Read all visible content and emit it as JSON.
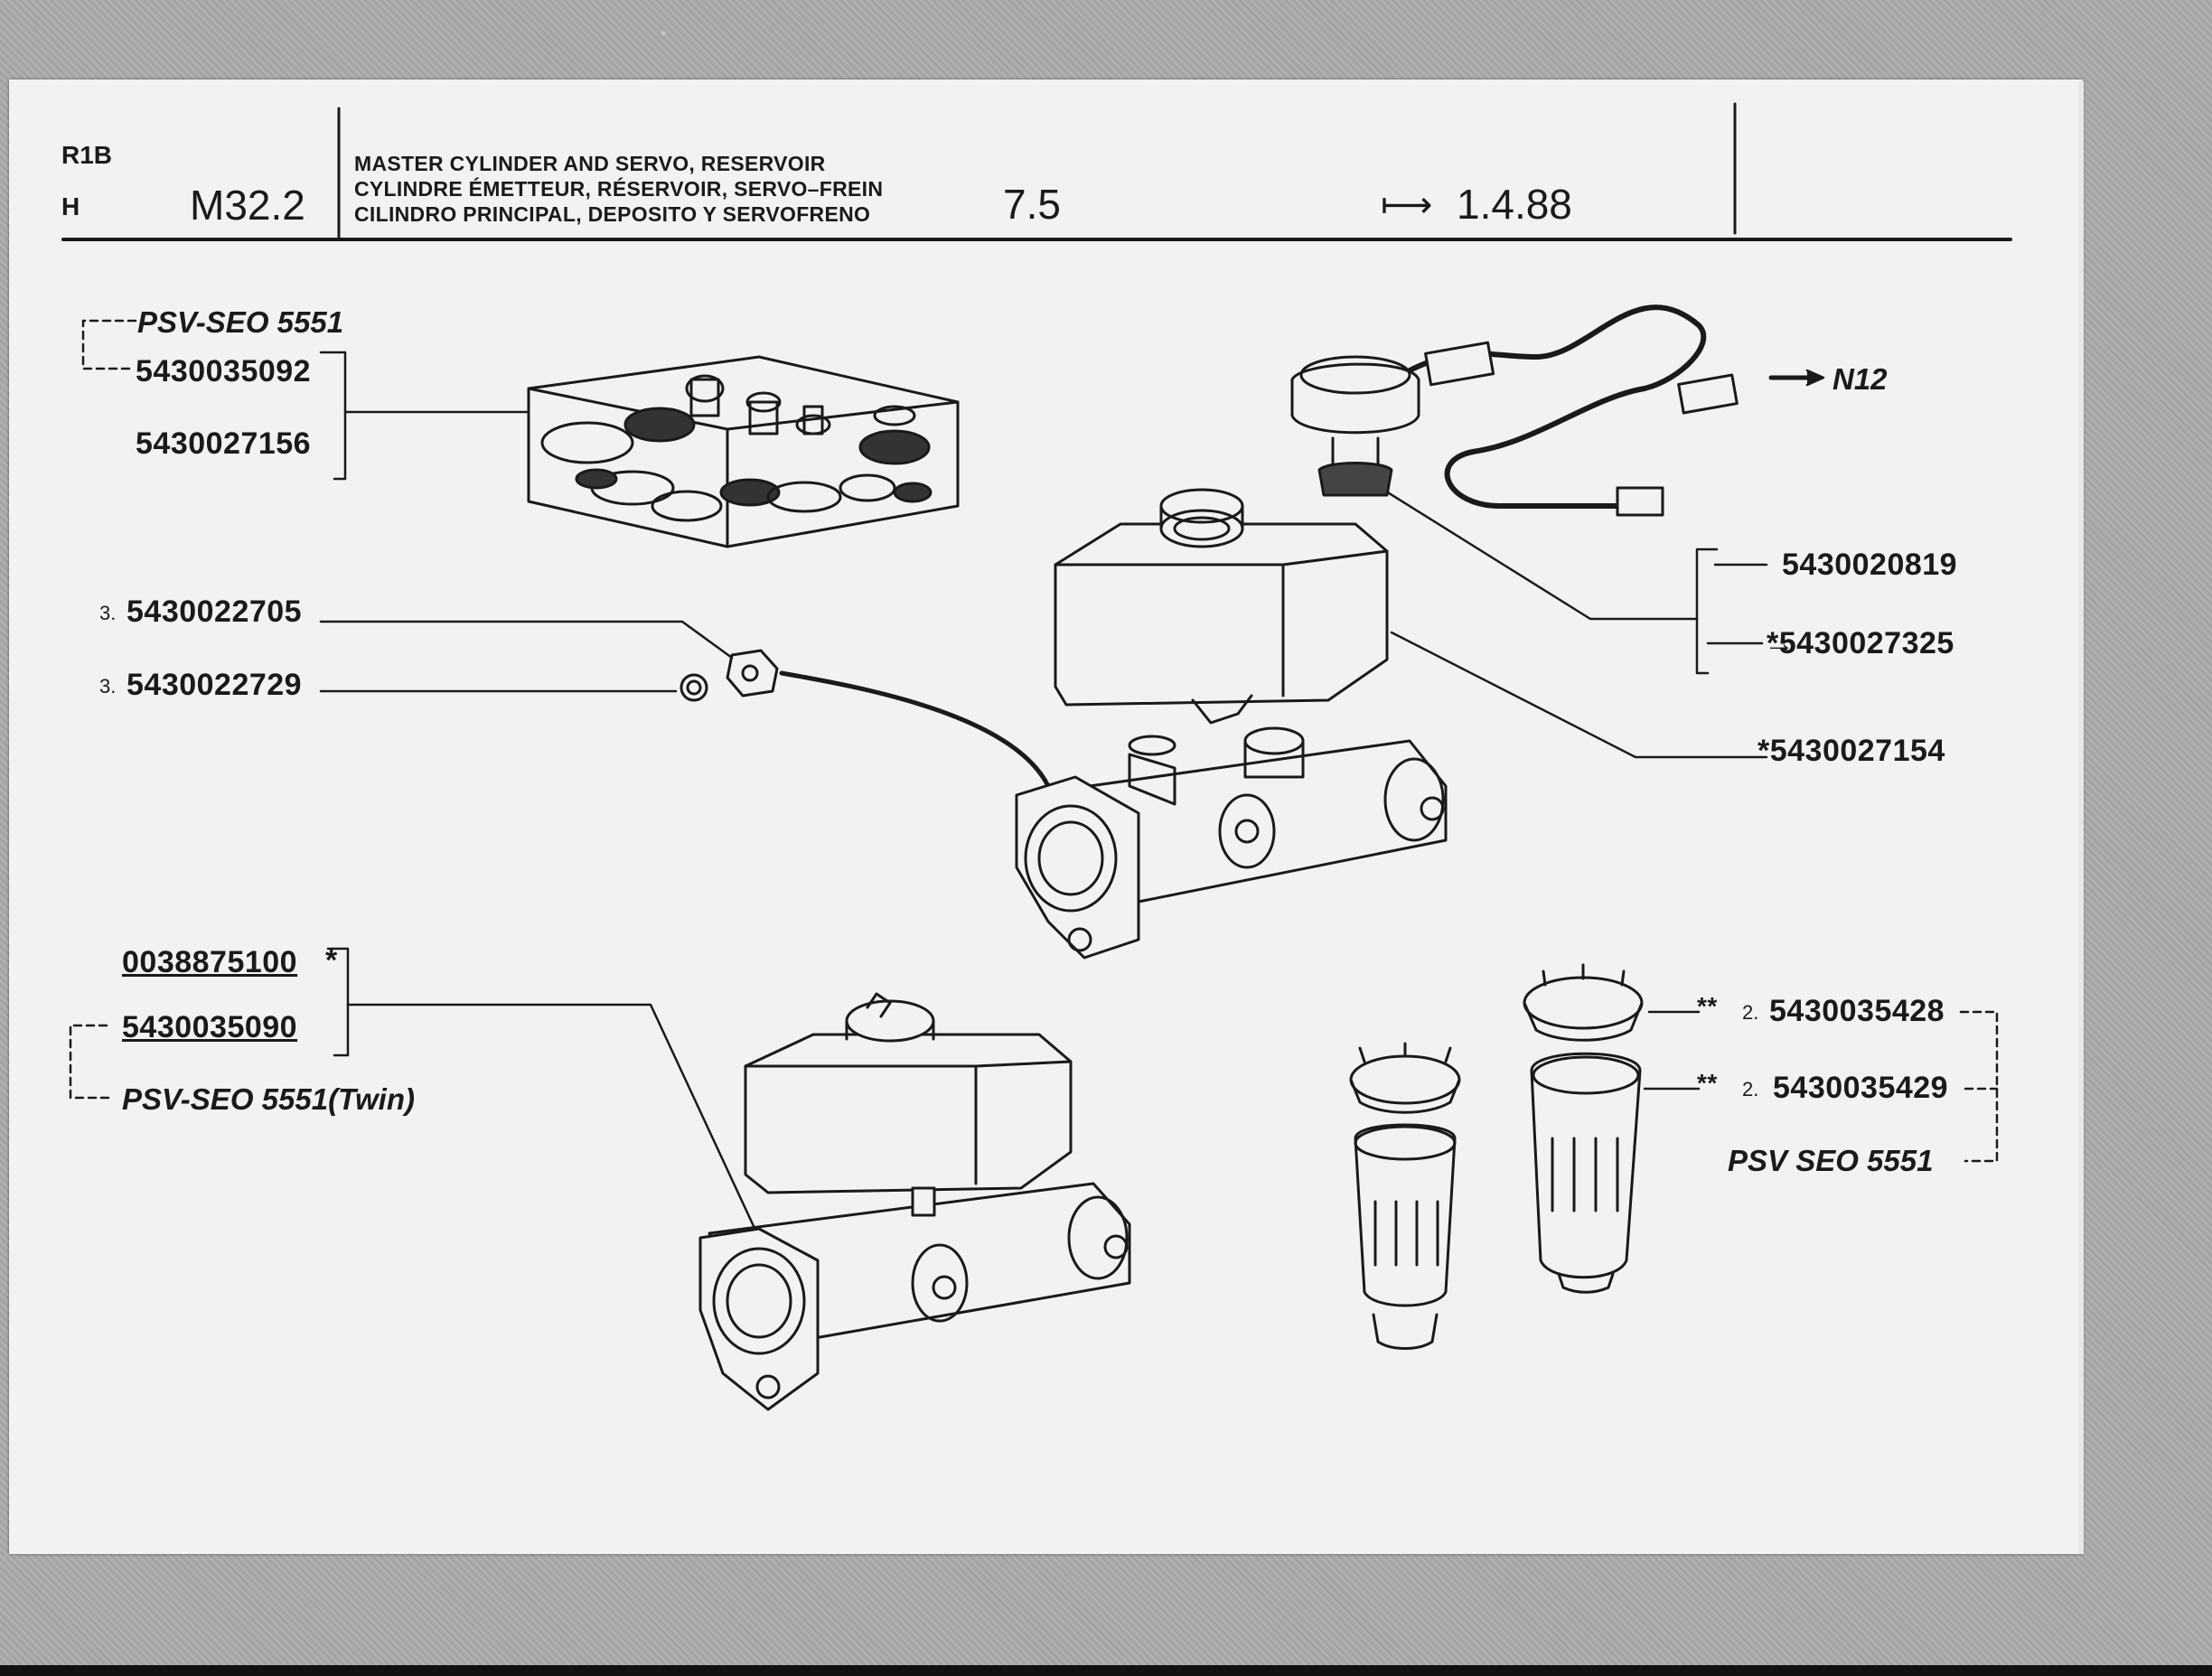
{
  "header": {
    "group_code": "R1B",
    "group_sub": "H",
    "page_ref": "M32.2",
    "titles": [
      "MASTER CYLINDER AND SERVO, RESERVOIR",
      "CYLINDRE ÉMETTEUR, RÉSERVOIR, SERVO–FREIN",
      "CILINDRO PRINCIPAL, DEPOSITO Y SERVOFRENO"
    ],
    "section": "7.5",
    "validity_arrow": "⟼",
    "validity_date": "1.4.88"
  },
  "parts": {
    "kit_label": "PSV-SEO 5551",
    "kit_part_1": "5430035092",
    "kit_part_2": "5430027156",
    "nut_qty": "3.",
    "nut_part": "5430022705",
    "washer_qty": "3.",
    "washer_part": "5430022729",
    "connector_ref": "N12",
    "cap_part_1": "5430020819",
    "cap_part_2_prefix": "→",
    "cap_part_2": "*5430027325",
    "reservoir_part": "*5430027154",
    "twin_part_1": "0038875100",
    "twin_star": "*",
    "twin_part_2": "5430035090",
    "twin_label": "PSV-SEO 5551(Twin)",
    "filter_mark": "**",
    "filter_qty_1": "2.",
    "filter_part_1": "5430035428",
    "filter_qty_2": "2.",
    "filter_part_2": "5430035429",
    "filter_label": "PSV SEO 5551"
  }
}
